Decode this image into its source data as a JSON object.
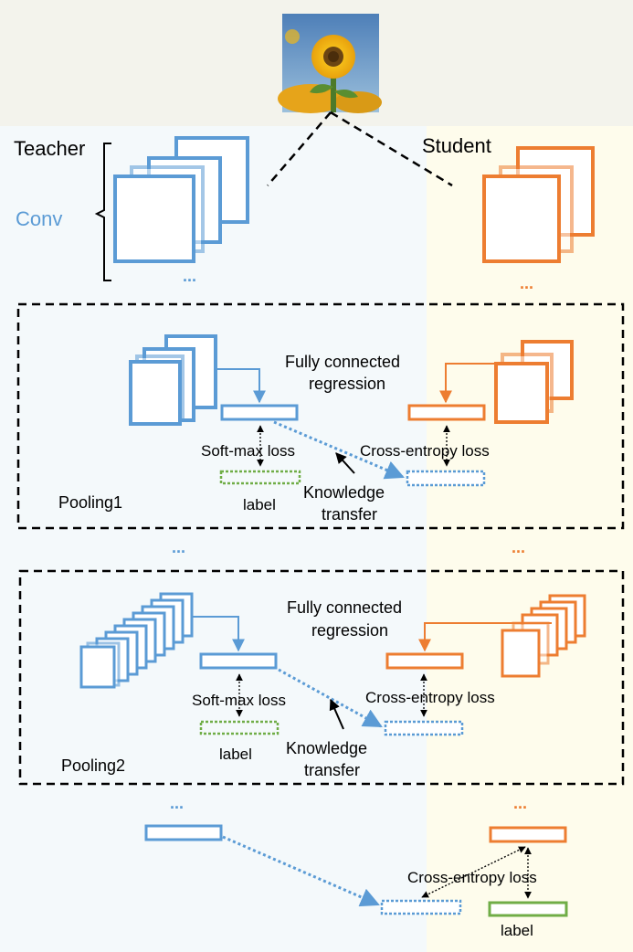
{
  "labels": {
    "teacher": "Teacher",
    "student": "Student",
    "conv": "Conv",
    "dots": "...",
    "fc_line1": "Fully connected",
    "fc_line2": "regression",
    "softmax": "Soft-max loss",
    "cross_entropy": "Cross-entropy loss",
    "knowledge_line1": "Knowledge",
    "knowledge_line2": "transfer",
    "label": "label",
    "pooling1": "Pooling1",
    "pooling2": "Pooling2"
  },
  "colors": {
    "teacher": "#5b9bd5",
    "student": "#ed7d31",
    "label_box": "#70ad47",
    "teacher_bg": "#f4f9fb",
    "student_bg": "#fefcec",
    "header_bg": "#f3f3ec",
    "text": "#000000"
  },
  "image": {
    "subject": "sunflower-photo"
  }
}
